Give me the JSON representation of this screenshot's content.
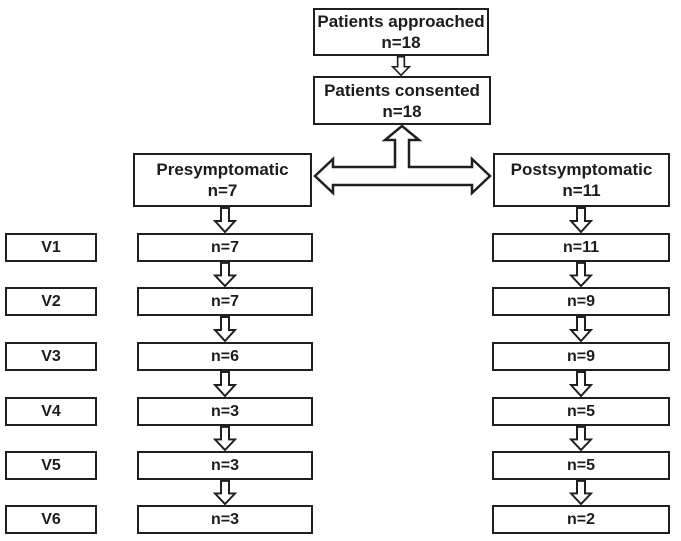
{
  "flowchart": {
    "top_boxes": [
      {
        "label": "Patients approached",
        "n": "n=18"
      },
      {
        "label": "Patients consented",
        "n": "n=18"
      }
    ],
    "branches": [
      {
        "label": "Presymptomatic",
        "n": "n=7",
        "visits": [
          "n=7",
          "n=7",
          "n=6",
          "n=3",
          "n=3",
          "n=3"
        ]
      },
      {
        "label": "Postsymptomatic",
        "n": "n=11",
        "visits": [
          "n=11",
          "n=9",
          "n=9",
          "n=5",
          "n=5",
          "n=2"
        ]
      }
    ],
    "visit_labels": [
      "V1",
      "V2",
      "V3",
      "V4",
      "V5",
      "V6"
    ],
    "colors": {
      "stroke": "#1f1f1f",
      "background": "#ffffff"
    }
  }
}
